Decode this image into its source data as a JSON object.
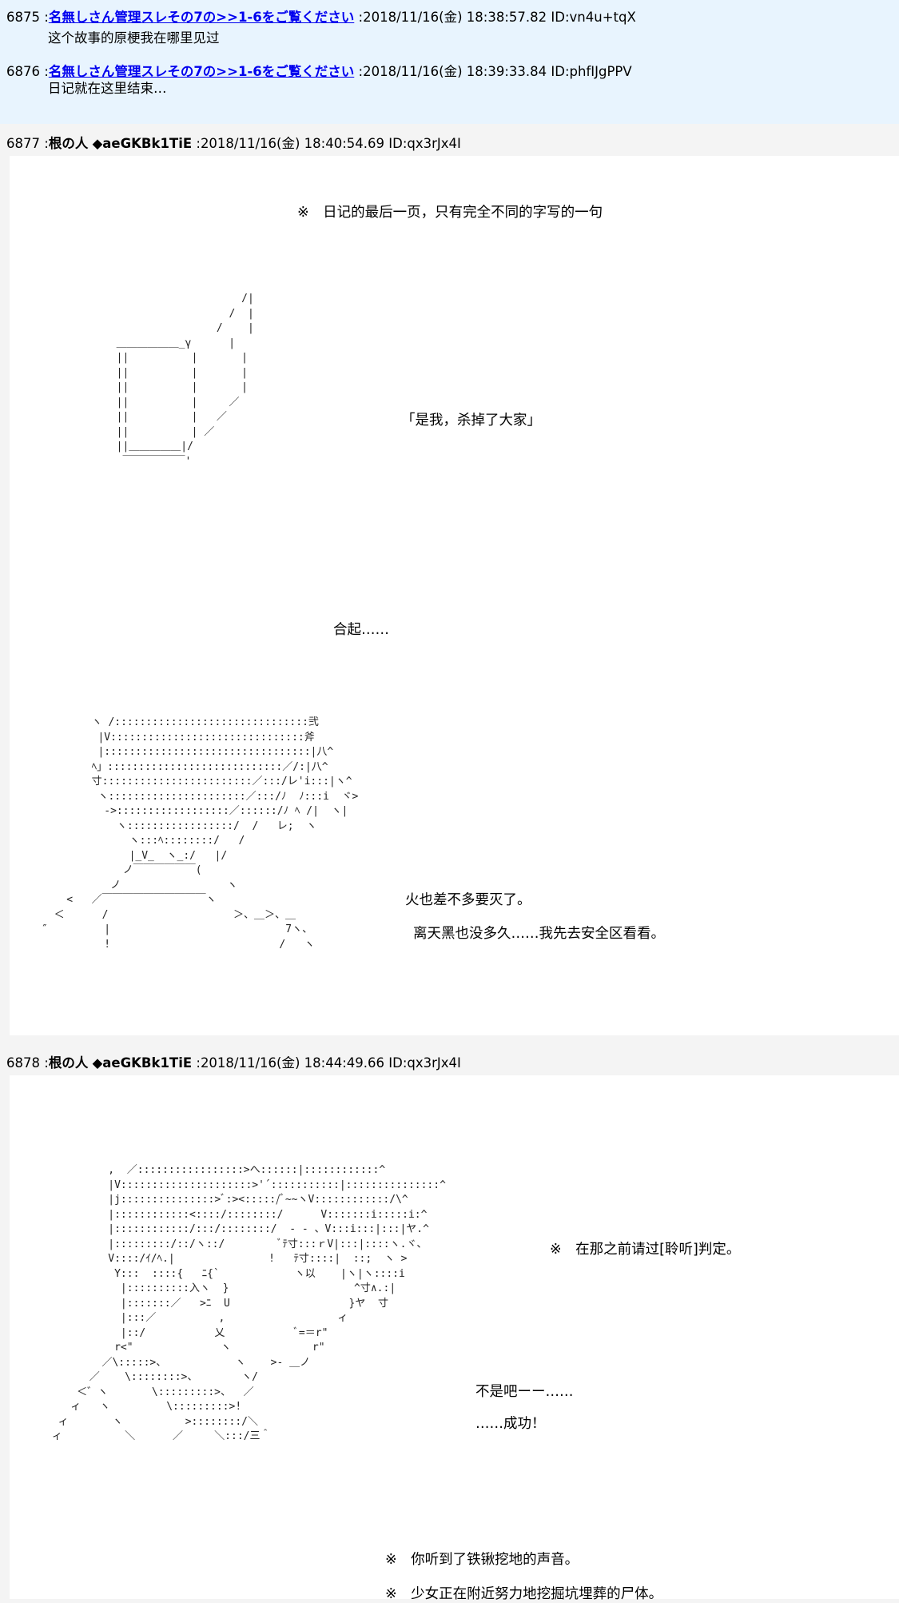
{
  "posts": [
    {
      "num": "6875",
      "name": "名無しさん管理スレその7の>>1-6をご覧ください",
      "meta": "2018/11/16(金) 18:38:57.82 ID:vn4u+tqX",
      "body": "这个故事的原梗我在哪里见过"
    },
    {
      "num": "6876",
      "name": "名無しさん管理スレその7の>>1-6をご覧ください",
      "meta": "2018/11/16(金) 18:39:33.84 ID:phfIJgPPV",
      "body": "日记就在这里结束…"
    },
    {
      "num": "6877",
      "name": "根の人",
      "trip": "◆aeGKBk1TiE",
      "meta": "2018/11/16(金) 18:40:54.69 ID:qx3rJx4I",
      "lines": {
        "l1": "※　日记的最后一页，只有完全不同的字写的一句",
        "l2": "「是我，杀掉了大家」",
        "l3": "合起……",
        "l4": "火也差不多要灭了。",
        "l5": "离天黑也没多久……我先去安全区看看。"
      },
      "aa_book": "                      /|\n                    /  |\n                  /    |\n  ＿＿＿＿＿＿_γ      |\n  ||          |       |\n  ||          |       |\n  ||          |       |\n  ||          |     ／\n  ||          |   ／\n  ||          | ／\n  ||＿＿＿＿＿|/\n   ￣￣￣￣￣￣'",
      "aa_figure": "        ヽ /:::::::::::::::::::::::::::::::弐\n         |V:::::::::::::::::::::::::::::::斧\n         |:::::::::::::::::::::::::::::::::|八^\n        ﾍ」::::::::::::::::::::::::::::／/:|八^\n        寸::::::::::::::::::::::::／:::/レ'i:::|ヽ^\n         ヽ::::::::::::::::::::::／:::/ﾉ  ﾉ:::i  ヾ>\n          ->::::::::::::::::::／::::::/ﾉ ﾍ /|  ヽ|\n            ヽ:::::::::::::::::/  /   レ;  ヽ\n              ヽ:::ﾍ::::::::/   /\n              |_V_  ヽ_:/   |/\n             ノ￣￣￣￣￣￣(\n           ノ                 ヽ\n    <   ／￣￣￣￣￣￣￣￣￣￣ヽ\n  ＜      /                    ＞、＿＞、＿\n″         |                            7ヽ、\n          !                           /   ヽ",
      "ascii_note": "ascii art"
    },
    {
      "num": "6878",
      "name": "根の人",
      "trip": "◆aeGKBk1TiE",
      "meta": "2018/11/16(金) 18:44:49.66 ID:qx3rJx4I",
      "lines": {
        "l1": "※　在那之前请过[聆听]判定。",
        "l2": "不是吧ーー……",
        "l3": "……成功！",
        "l4": "※　你听到了铁锹挖地的声音。",
        "l5": "※　少女正在附近努力地挖掘坑埋葬的尸体。"
      },
      "aa_girl": "          ,  ／:::::::::::::::::>へ::::::|::::::::::::^\n          |V:::::::::::::::::::::>'´:::::::::::|:::::::::::::::^\n          |j:::::::::::::::>ﾞ:><:::::/ﾞ~~ヽV::::::::::::/\\^\n          |::::::::::::<::::/::::::::/      V:::::::i:::::i:^\n          |::::::::::::/:::/::::::::/  ‐ ‐ 、V:::i:::|:::|ヤ.^\n          |:::::::::/::/ヽ::/         ﾞﾃ寸:::ｒV|:::|::::ヽ.ヾ、\n          V::::/ｲ/ﾍ.|               !   ﾃ寸::::|  ::;  ヽ >\n           Y:::  ::::{   ﾆ{`            ヽ以    |ヽ|ヽ::::i\n            |::::::::::入ヽ  }                    ^寸∧.:|\n            |:::::::／   >ﾆ  U                   }ヤ  寸\n            |:::／          ,                  ィ\n            |::/           乂           ﾞ=＝r\"\n           r<\"              ヽ             r\"\n         ／\\:::::>、           ヽ    >- ＿ノ\n       ／    \\::::::::>、       ヽ/\n     ＜゛ヽ       \\:::::::::>、  ／\n    ィ   ヽ         \\:::::::::>!\n  ィ       ヽ          >::::::::/＼\n ィ          ＼      ／     ＼:::/三＾"
    }
  ]
}
